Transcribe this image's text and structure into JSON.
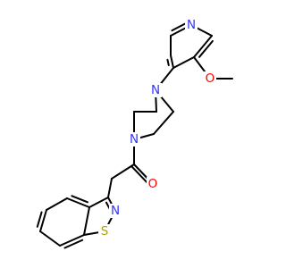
{
  "molecule": {
    "colors": {
      "nitrogen": "#3333ff",
      "oxygen": "#ff0000",
      "sulfur": "#b2a100",
      "bond": "#000000",
      "background": "#ffffff"
    },
    "labels": {
      "pyridine_n": "N",
      "methoxy_o": "O",
      "piperazine_n_top": "N",
      "piperazine_n_bottom": "N",
      "carbonyl_o": "O",
      "isothiazole_n": "N",
      "isothiazole_s": "S"
    }
  }
}
